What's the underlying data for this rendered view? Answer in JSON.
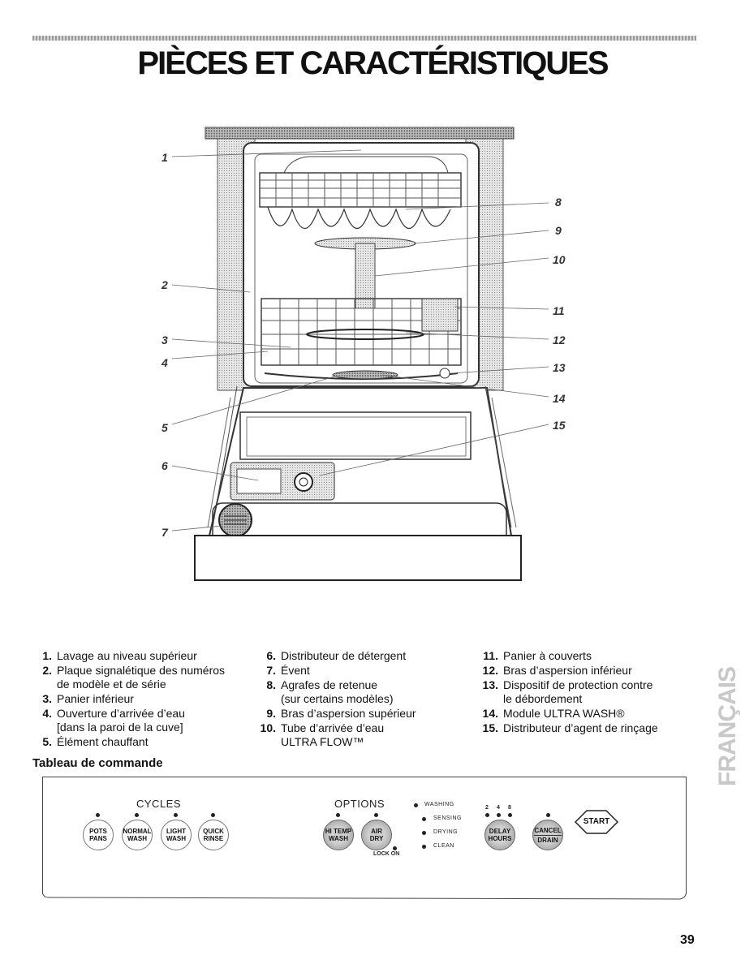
{
  "page": {
    "title": "PIÈCES ET CARACTÉRISTIQUES",
    "page_number": "39",
    "side_tab": "FRANÇAIS"
  },
  "diagram": {
    "callouts": [
      "1",
      "2",
      "3",
      "4",
      "5",
      "6",
      "7",
      "8",
      "9",
      "10",
      "11",
      "12",
      "13",
      "14",
      "15"
    ]
  },
  "parts": {
    "col1": [
      {
        "num": "1.",
        "text": "Lavage au niveau supérieur"
      },
      {
        "num": "2.",
        "text": "Plaque signalétique des numéros\nde modèle et de série"
      },
      {
        "num": "3.",
        "text": "Panier inférieur"
      },
      {
        "num": "4.",
        "text": "Ouverture d’arrivée d’eau\n[dans la paroi de la cuve]"
      },
      {
        "num": "5.",
        "text": "Élément chauffant"
      }
    ],
    "col2": [
      {
        "num": "6.",
        "text": "Distributeur de détergent"
      },
      {
        "num": "7.",
        "text": "Évent"
      },
      {
        "num": "8.",
        "text": "Agrafes de retenue\n(sur certains modèles)"
      },
      {
        "num": "9.",
        "text": "Bras d’aspersion supérieur"
      },
      {
        "num": "10.",
        "text": "Tube d’arrivée d’eau\nULTRA FLOW™"
      }
    ],
    "col3": [
      {
        "num": "11.",
        "text": "Panier à couverts"
      },
      {
        "num": "12.",
        "text": "Bras d’aspersion inférieur"
      },
      {
        "num": "13.",
        "text": "Dispositif de protection contre\nle débordement"
      },
      {
        "num": "14.",
        "text": "Module ULTRA WASH®"
      },
      {
        "num": "15.",
        "text": "Distributeur d’agent de rinçage"
      }
    ]
  },
  "control_panel": {
    "heading": "Tableau de commande",
    "cycles_label": "CYCLES",
    "options_label": "OPTIONS",
    "cycle_buttons": [
      "POTS\nPANS",
      "NORMAL\nWASH",
      "LIGHT\nWASH",
      "QUICK\nRINSE"
    ],
    "option_buttons": [
      "HI TEMP\nWASH",
      "AIR\nDRY"
    ],
    "lock_label": "LOCK ON",
    "status": [
      "WASHING",
      "SENSING",
      "DRYING",
      "CLEAN"
    ],
    "delay_hours": [
      "2",
      "4",
      "8"
    ],
    "delay_button": "DELAY\nHOURS",
    "cancel_top": "CANCEL",
    "cancel_bottom": "DRAIN",
    "start_button": "START"
  }
}
